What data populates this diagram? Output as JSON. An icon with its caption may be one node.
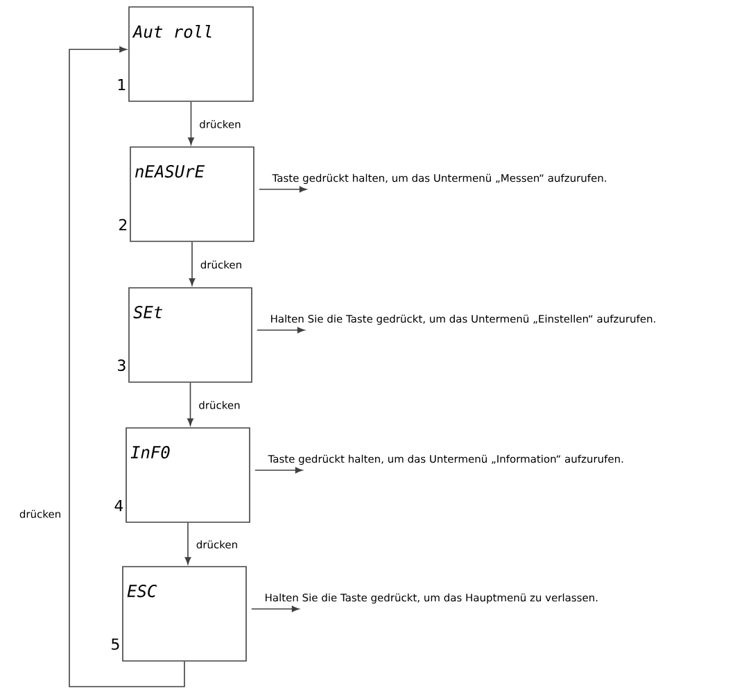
{
  "diagram": {
    "nodes": [
      {
        "text": [
          "Aut roll"
        ],
        "beside": [
          "1"
        ]
      },
      {
        "text": [
          "nEASUrE"
        ],
        "beside": [
          "2"
        ]
      },
      {
        "text": [
          "SEt"
        ],
        "beside": [
          "3"
        ]
      },
      {
        "text": [
          "InF0"
        ],
        "beside": [
          "4"
        ]
      },
      {
        "text": [
          "ESC"
        ],
        "beside": [
          "5"
        ]
      }
    ],
    "edges": [
      {
        "from": 0,
        "to": 1,
        "arrow": "to",
        "label": "drücken"
      },
      {
        "from": 1,
        "to": 2,
        "arrow": "to",
        "label": "drücken"
      },
      {
        "from": 2,
        "to": 3,
        "arrow": "to",
        "label": "drücken"
      },
      {
        "from": 3,
        "to": 4,
        "arrow": "to",
        "label": "drücken"
      },
      {
        "from": 4,
        "to": 0,
        "arrow": "to",
        "label": "drücken"
      },
      {
        "from": 1,
        "to": null,
        "arrow": "to",
        "label": "Taste gedrückt halten, um das Untermenü „Messen“ aufzurufen."
      },
      {
        "from": 2,
        "to": null,
        "arrow": "to",
        "label": "Halten Sie die Taste gedrückt, um das Untermenü „Einstellen“ aufzurufen."
      },
      {
        "from": 3,
        "to": null,
        "arrow": "to",
        "label": "Taste gedrückt halten, um das Untermenü „Information“ aufzurufen."
      },
      {
        "from": 4,
        "to": null,
        "arrow": "to",
        "label": "Halten Sie die Taste gedrückt, um das Hauptmenü zu verlassen."
      }
    ]
  }
}
